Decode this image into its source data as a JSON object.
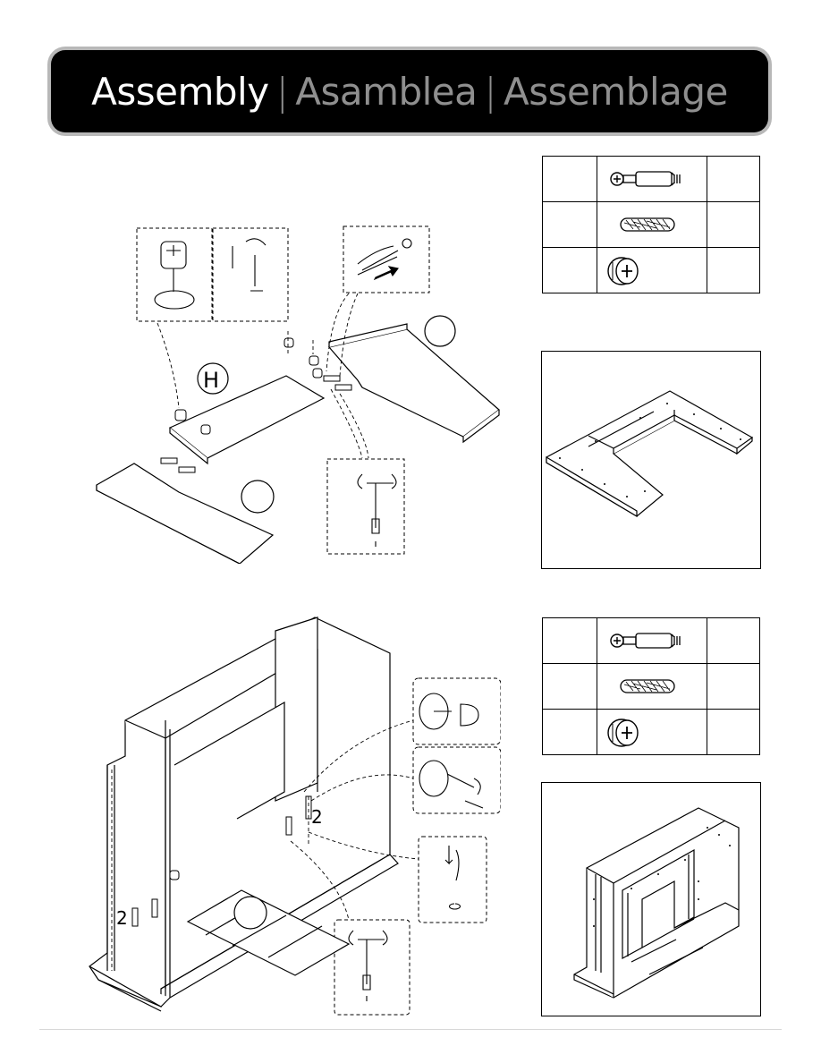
{
  "header": {
    "title_en": "Assembly",
    "separator": "|",
    "title_es": "Asamblea",
    "title_fr": "Assemblage"
  },
  "step_top": {
    "part_label": "H",
    "screw_count_left": "",
    "hardware_rows": [
      {
        "icon": "cam-bolt-icon"
      },
      {
        "icon": "wood-dowel-icon"
      },
      {
        "icon": "cam-lock-icon"
      }
    ]
  },
  "step_bottom": {
    "count_label_a": "2",
    "count_label_b": "2",
    "hardware_rows": [
      {
        "icon": "cam-bolt-icon"
      },
      {
        "icon": "wood-dowel-icon"
      },
      {
        "icon": "cam-lock-icon"
      }
    ]
  }
}
